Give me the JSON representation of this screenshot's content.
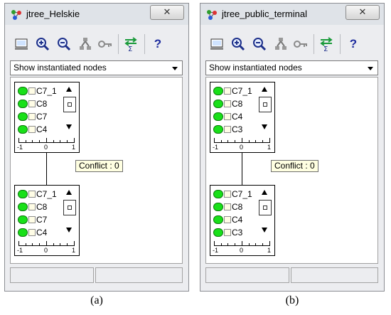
{
  "windows": [
    {
      "title": "jtree_Helskie",
      "close_label": "✕",
      "toolbar": {
        "help_label": "?"
      },
      "dropdown": {
        "selected": "Show instantiated nodes"
      },
      "nodes": [
        {
          "rows": [
            "C7_1",
            "C8",
            "C7",
            "C4"
          ],
          "axis": [
            "-1",
            "0",
            "1"
          ]
        },
        {
          "rows": [
            "C7_1",
            "C8",
            "C7",
            "C4"
          ],
          "axis": [
            "-1",
            "0",
            "1"
          ]
        }
      ],
      "conflict": "Conflict : 0"
    },
    {
      "title": "jtree_public_terminal",
      "close_label": "✕",
      "toolbar": {
        "help_label": "?"
      },
      "dropdown": {
        "selected": "Show instantiated nodes"
      },
      "nodes": [
        {
          "rows": [
            "C7_1",
            "C8",
            "C4",
            "C3"
          ],
          "axis": [
            "-1",
            "0",
            "1"
          ]
        },
        {
          "rows": [
            "C7_1",
            "C8",
            "C4",
            "C3"
          ],
          "axis": [
            "-1",
            "0",
            "1"
          ]
        }
      ],
      "conflict": "Conflict : 0"
    }
  ],
  "captions": [
    "(a)",
    "(b)"
  ],
  "colors": {
    "node_indicator": "#19e019",
    "tooltip_bg": "#ffffe1",
    "help_icon": "#1f2d9e",
    "window_bg": "#ecedf0"
  },
  "icons": [
    "tree-app-icon",
    "monitor-icon",
    "zoom-in-icon",
    "zoom-out-icon",
    "network-icon",
    "key-icon",
    "propagate-sigma-icon",
    "help-icon"
  ]
}
